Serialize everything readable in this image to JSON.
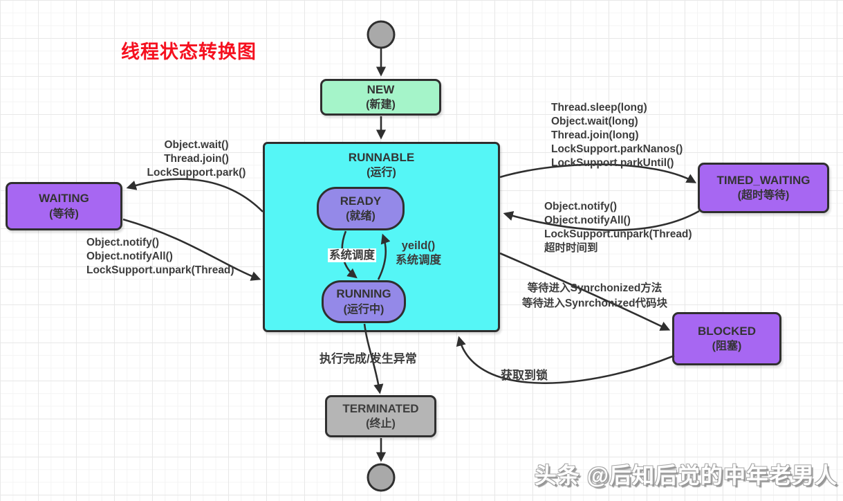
{
  "title": "线程状态转换图",
  "watermark": "头条 @后知后觉的中年老男人",
  "nodes": {
    "new": {
      "label": "NEW",
      "sub": "(新建)"
    },
    "runnable": {
      "label": "RUNNABLE",
      "sub": "(运行)"
    },
    "ready": {
      "label": "READY",
      "sub": "(就绪)"
    },
    "running": {
      "label": "RUNNING",
      "sub": "(运行中)"
    },
    "waiting": {
      "label": "WAITING",
      "sub": "(等待)"
    },
    "timed_waiting": {
      "label": "TIMED_WAITING",
      "sub": "(超时等待)"
    },
    "blocked": {
      "label": "BLOCKED",
      "sub": "(阻塞)"
    },
    "terminated": {
      "label": "TERMINATED",
      "sub": "(终止)"
    }
  },
  "edge_labels": {
    "runnable_to_waiting": {
      "lines": [
        "Object.wait()",
        "Thread.join()",
        "LockSupport.park()"
      ]
    },
    "waiting_to_runnable": {
      "lines": [
        "Object.notify()",
        "Object.notifyAll()",
        "LockSupport.unpark(Thread)"
      ]
    },
    "runnable_to_timed_waiting": {
      "lines": [
        "Thread.sleep(long)",
        "Object.wait(long)",
        "Thread.join(long)",
        "LockSupport.parkNanos()",
        "LockSupport.parkUntil()"
      ]
    },
    "timed_waiting_to_runnable": {
      "lines": [
        "Object.notify()",
        "Object.notifyAll()",
        "LockSupport.unpark(Thread)",
        "超时时间到"
      ]
    },
    "runnable_to_blocked": {
      "lines": [
        "等待进入Synrchonized方法",
        "等待进入Synrchonized代码块"
      ]
    },
    "blocked_to_runnable": {
      "lines": [
        "获取到锁"
      ]
    },
    "ready_to_running": {
      "lines": [
        "系统调度"
      ]
    },
    "running_to_ready": {
      "lines": [
        "yeild()",
        "系统调度"
      ]
    },
    "running_to_terminated": {
      "lines": [
        "执行完成/发生异常"
      ]
    }
  },
  "colors": {
    "title_red": "#f5101f",
    "new_fill": "#a5f4c9",
    "runnable_fill": "#55f6f6",
    "state_purple": "#a767f2",
    "inner_purple": "#9489e8",
    "terminated_gray": "#b5b5b5",
    "line": "#2f2f2f",
    "schedule_label_bg": "#ffffff"
  }
}
